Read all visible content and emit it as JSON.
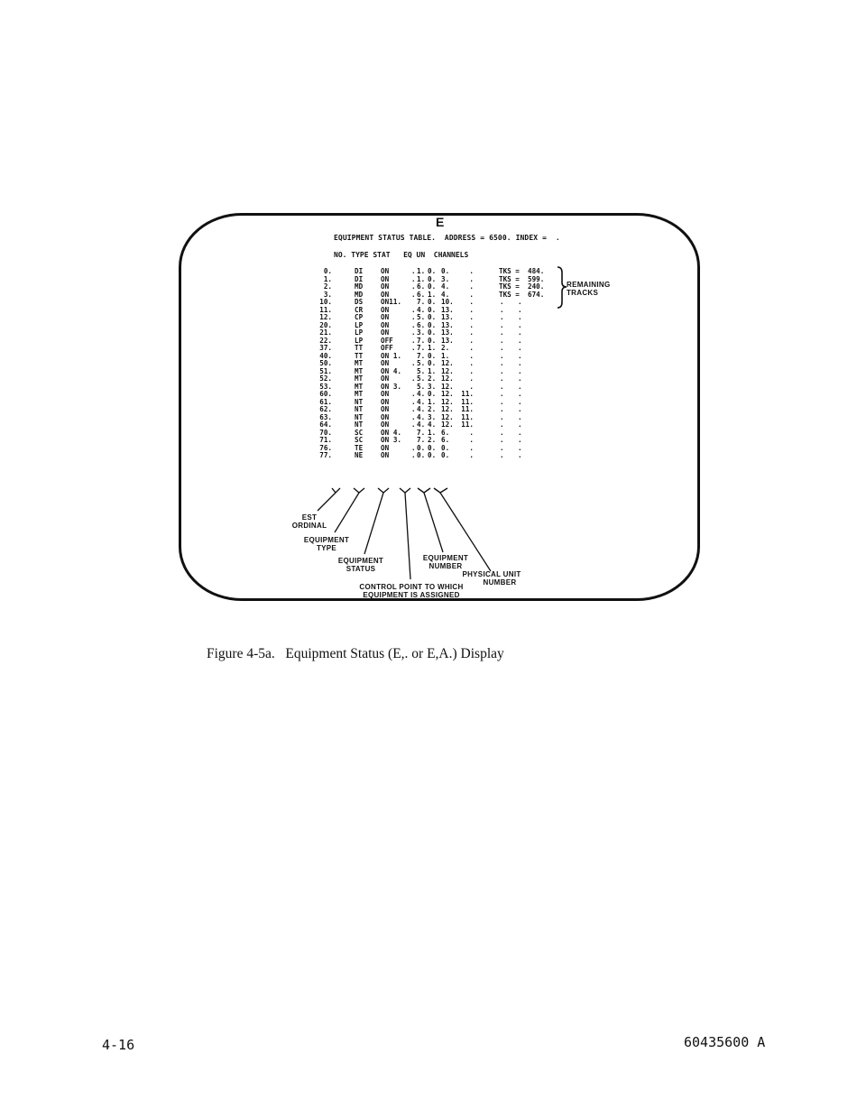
{
  "screen_letter": "E",
  "table_title": "EQUIPMENT STATUS TABLE.  ADDRESS = 6500. INDEX =  .",
  "column_header": "NO. TYPE STAT   EQ UN  CHANNELS",
  "rows": [
    {
      "no": "0.",
      "type": "DI",
      "stat": "ON",
      "cp": "",
      "eq": ".",
      "un": "1.",
      "ch1": "0.",
      "ch2": "0.",
      "c3": ".",
      "c4": "",
      "c5": ""
    },
    {
      "no": "1.",
      "type": "DI",
      "stat": "ON",
      "cp": "",
      "eq": ".",
      "un": "1.",
      "ch1": "0.",
      "ch2": "3.",
      "c3": ".",
      "c4": "",
      "c5": ""
    },
    {
      "no": "2.",
      "type": "MD",
      "stat": "ON",
      "cp": "",
      "eq": ".",
      "un": "6.",
      "ch1": "0.",
      "ch2": "4.",
      "c3": ".",
      "c4": "",
      "c5": ""
    },
    {
      "no": "3.",
      "type": "MD",
      "stat": "ON",
      "cp": "",
      "eq": ".",
      "un": "6.",
      "ch1": "1.",
      "ch2": "4.",
      "c3": ".",
      "c4": "",
      "c5": ""
    },
    {
      "no": "10.",
      "type": "DS",
      "stat": "ON",
      "cp": "11.",
      "eq": "",
      "un": "7.",
      "ch1": "0.",
      "ch2": "10.",
      "c3": ".",
      "c4": ".",
      "c5": "."
    },
    {
      "no": "11.",
      "type": "CR",
      "stat": "ON",
      "cp": "",
      "eq": ".",
      "un": "4.",
      "ch1": "0.",
      "ch2": "13.",
      "c3": ".",
      "c4": ".",
      "c5": "."
    },
    {
      "no": "12.",
      "type": "CP",
      "stat": "ON",
      "cp": "",
      "eq": ".",
      "un": "5.",
      "ch1": "0.",
      "ch2": "13.",
      "c3": ".",
      "c4": ".",
      "c5": "."
    },
    {
      "no": "20.",
      "type": "LP",
      "stat": "ON",
      "cp": "",
      "eq": ".",
      "un": "6.",
      "ch1": "0.",
      "ch2": "13.",
      "c3": ".",
      "c4": ".",
      "c5": "."
    },
    {
      "no": "21.",
      "type": "LP",
      "stat": "ON",
      "cp": "",
      "eq": ".",
      "un": "3.",
      "ch1": "0.",
      "ch2": "13.",
      "c3": ".",
      "c4": ".",
      "c5": "."
    },
    {
      "no": "22.",
      "type": "LP",
      "stat": "OFF",
      "cp": "",
      "eq": ".",
      "un": "7.",
      "ch1": "0.",
      "ch2": "13.",
      "c3": ".",
      "c4": ".",
      "c5": "."
    },
    {
      "no": "37.",
      "type": "TT",
      "stat": "OFF",
      "cp": "",
      "eq": ".",
      "un": "7.",
      "ch1": "1.",
      "ch2": "2.",
      "c3": ".",
      "c4": ".",
      "c5": "."
    },
    {
      "no": "40.",
      "type": "TT",
      "stat": "ON",
      "cp": "1.",
      "eq": "",
      "un": "7.",
      "ch1": "0.",
      "ch2": "1.",
      "c3": ".",
      "c4": ".",
      "c5": "."
    },
    {
      "no": "50.",
      "type": "MT",
      "stat": "ON",
      "cp": "",
      "eq": ".",
      "un": "5.",
      "ch1": "0.",
      "ch2": "12.",
      "c3": ".",
      "c4": ".",
      "c5": "."
    },
    {
      "no": "51.",
      "type": "MT",
      "stat": "ON",
      "cp": "4.",
      "eq": "",
      "un": "5.",
      "ch1": "1.",
      "ch2": "12.",
      "c3": ".",
      "c4": ".",
      "c5": "."
    },
    {
      "no": "52.",
      "type": "MT",
      "stat": "ON",
      "cp": "",
      "eq": ".",
      "un": "5.",
      "ch1": "2.",
      "ch2": "12.",
      "c3": ".",
      "c4": ".",
      "c5": "."
    },
    {
      "no": "53.",
      "type": "MT",
      "stat": "ON",
      "cp": "3.",
      "eq": "",
      "un": "5.",
      "ch1": "3.",
      "ch2": "12.",
      "c3": ".",
      "c4": ".",
      "c5": "."
    },
    {
      "no": "60.",
      "type": "MT",
      "stat": "ON",
      "cp": "",
      "eq": ".",
      "un": "4.",
      "ch1": "0.",
      "ch2": "12.",
      "c3": "11.",
      "c4": ".",
      "c5": "."
    },
    {
      "no": "61.",
      "type": "NT",
      "stat": "ON",
      "cp": "",
      "eq": ".",
      "un": "4.",
      "ch1": "1.",
      "ch2": "12.",
      "c3": "11.",
      "c4": ".",
      "c5": "."
    },
    {
      "no": "62.",
      "type": "NT",
      "stat": "ON",
      "cp": "",
      "eq": ".",
      "un": "4.",
      "ch1": "2.",
      "ch2": "12.",
      "c3": "11.",
      "c4": ".",
      "c5": "."
    },
    {
      "no": "63.",
      "type": "NT",
      "stat": "ON",
      "cp": "",
      "eq": ".",
      "un": "4.",
      "ch1": "3.",
      "ch2": "12.",
      "c3": "11.",
      "c4": ".",
      "c5": "."
    },
    {
      "no": "64.",
      "type": "NT",
      "stat": "ON",
      "cp": "",
      "eq": ".",
      "un": "4.",
      "ch1": "4.",
      "ch2": "12.",
      "c3": "11.",
      "c4": ".",
      "c5": "."
    },
    {
      "no": "70.",
      "type": "SC",
      "stat": "ON",
      "cp": "4.",
      "eq": "",
      "un": "7.",
      "ch1": "1.",
      "ch2": "6.",
      "c3": ".",
      "c4": ".",
      "c5": "."
    },
    {
      "no": "71.",
      "type": "SC",
      "stat": "ON",
      "cp": "3.",
      "eq": "",
      "un": "7.",
      "ch1": "2.",
      "ch2": "6.",
      "c3": ".",
      "c4": ".",
      "c5": "."
    },
    {
      "no": "76.",
      "type": "TE",
      "stat": "ON",
      "cp": "",
      "eq": ".",
      "un": "0.",
      "ch1": "0.",
      "ch2": "0.",
      "c3": ".",
      "c4": ".",
      "c5": "."
    },
    {
      "no": "77.",
      "type": "NE",
      "stat": "ON",
      "cp": "",
      "eq": ".",
      "un": "0.",
      "ch1": "0.",
      "ch2": "0.",
      "c3": ".",
      "c4": ".",
      "c5": "."
    }
  ],
  "tracks": [
    "TKS =  484.",
    "TKS =  599.",
    "TKS =  240.",
    "TKS =  674."
  ],
  "labels": {
    "remaining_tracks_1": "REMAINING",
    "remaining_tracks_2": "TRACKS",
    "est_ordinal_1": "EST",
    "est_ordinal_2": "ORDINAL",
    "equipment_type_1": "EQUIPMENT",
    "equipment_type_2": "TYPE",
    "equipment_status_1": "EQUIPMENT",
    "equipment_status_2": "STATUS",
    "equipment_number_1": "EQUIPMENT",
    "equipment_number_2": "NUMBER",
    "physical_unit_1": "PHYSICAL UNIT",
    "physical_unit_2": "NUMBER",
    "control_point_1": "CONTROL POINT TO WHICH",
    "control_point_2": "EQUIPMENT IS ASSIGNED"
  },
  "caption": "Figure 4-5a.   Equipment Status (E,. or E,A.) Display",
  "page_number": "4-16",
  "doc_number": "60435600 A"
}
